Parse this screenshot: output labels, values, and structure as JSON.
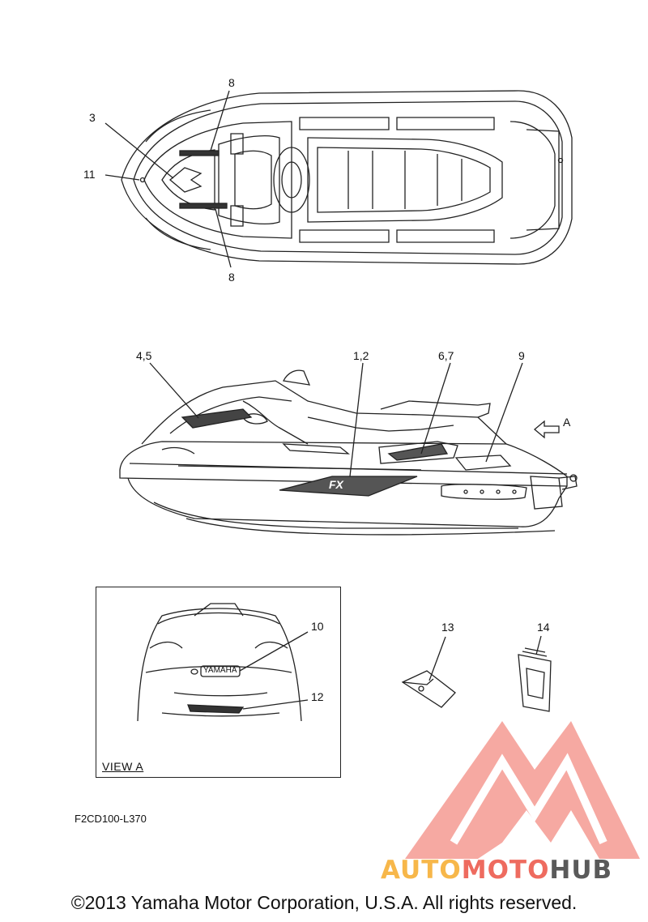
{
  "callouts": {
    "top_view": [
      "8",
      "3",
      "11",
      "8"
    ],
    "side_view": [
      "4,5",
      "1,2",
      "6,7",
      "9",
      "A"
    ],
    "view_a": [
      "10",
      "12"
    ],
    "loose_parts": [
      "13",
      "14"
    ]
  },
  "view_label": "VIEW A",
  "part_code": "F2CD100-L370",
  "copyright": "©2013 Yamaha Motor Corporation, U.S.A. All rights reserved.",
  "watermark": {
    "part1": "AUTO",
    "part2": "MOTO",
    "part3": "HUB"
  },
  "badges": {
    "yamaha": "YAMAHA",
    "fx": "FX"
  },
  "colors": {
    "line": "#222222",
    "logo_red": "#f08080",
    "logo_orange": "#f7b74a",
    "logo_red_text": "#ee6b5f",
    "logo_grey": "#5a5a5a"
  }
}
